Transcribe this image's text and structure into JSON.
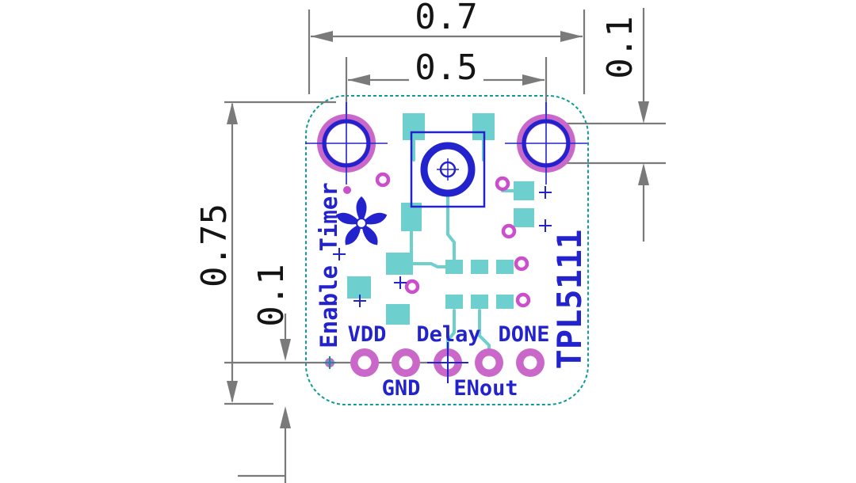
{
  "drawing": {
    "kind": "pcb-fabrication-dimension-print",
    "units": "inches"
  },
  "dims": {
    "overall_width": "0.7",
    "hole_spacing": "0.5",
    "hole_drill": "0.1",
    "overall_height": "0.75",
    "pad_row_inset": "0.1"
  },
  "silkscreen": {
    "enable_timer": "Enable Timer",
    "chip": "TPL5111",
    "pin_vdd": "VDD",
    "pin_delay": "Delay",
    "pin_done": "DONE",
    "pin_gnd": "GND",
    "pin_enout": "ENout"
  },
  "colors": {
    "silkscreen_blue": "#2323cd",
    "pad_teal": "#6ecfcf",
    "hole_orchid": "#c968c9",
    "via_magenta": "#cb4fcb",
    "board_outline_teal": "#0f9b9b",
    "dimension_gray": "#7a7a7a",
    "dimension_text": "#141414",
    "background": "#ffffff"
  }
}
